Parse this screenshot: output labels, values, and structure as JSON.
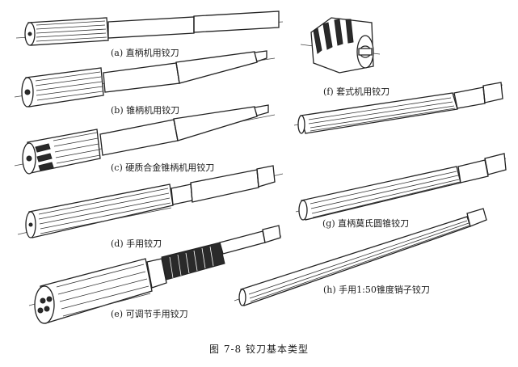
{
  "figure": {
    "caption": "图 7-8   铰刀基本类型",
    "items": [
      {
        "id": "a",
        "label": "(a) 直柄机用铰刀"
      },
      {
        "id": "b",
        "label": "(b) 锥柄机用铰刀"
      },
      {
        "id": "c",
        "label": "(c) 硬质合金锥柄机用铰刀"
      },
      {
        "id": "d",
        "label": "(d) 手用铰刀"
      },
      {
        "id": "e",
        "label": "(e) 可调节手用铰刀"
      },
      {
        "id": "f",
        "label": "(f) 套式机用铰刀"
      },
      {
        "id": "g",
        "label": "(g) 直柄莫氏圆锥铰刀"
      },
      {
        "id": "h",
        "label": "(h) 手用1:50锥度销子铰刀"
      }
    ]
  }
}
